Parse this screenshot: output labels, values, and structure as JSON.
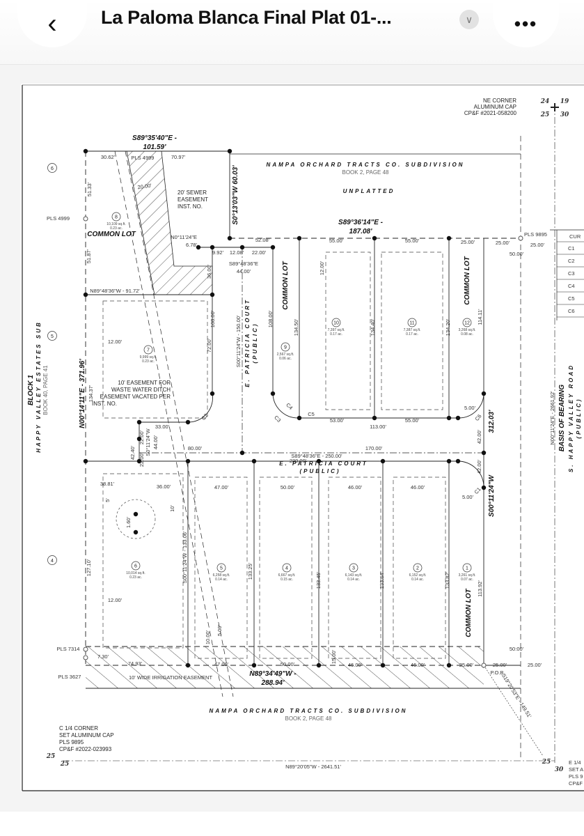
{
  "header": {
    "title": "La Paloma Blanca Final Plat 01-...",
    "back_icon": "chevron-left-icon",
    "dropdown_icon": "chevron-down-icon",
    "more_icon": "ellipsis-icon"
  },
  "plat": {
    "lots": [
      {
        "number": "1",
        "sqft": "3,261 sq.ft.",
        "acres": "0.07 ac."
      },
      {
        "number": "2",
        "sqft": "6,152 sq.ft.",
        "acres": "0.14 ac."
      },
      {
        "number": "3",
        "sqft": "6,143 sq.ft.",
        "acres": "0.14 ac."
      },
      {
        "number": "4",
        "sqft": "6,667 sq.ft.",
        "acres": "0.15 ac."
      },
      {
        "number": "5",
        "sqft": "6,258 sq.ft.",
        "acres": "0.14 ac."
      },
      {
        "number": "6",
        "sqft": "10,014 sq.ft.",
        "acres": "0.23 ac."
      },
      {
        "number": "7",
        "sqft": "9,999 sq.ft.",
        "acres": "0.23 ac."
      },
      {
        "number": "8",
        "sqft": "10,109 sq.ft.",
        "acres": "0.23 ac."
      },
      {
        "number": "9",
        "sqft": "2,567 sq.ft.",
        "acres": "0.06 ac."
      },
      {
        "number": "10",
        "sqft": "7,397 sq.ft.",
        "acres": "0.17 ac."
      },
      {
        "number": "11",
        "sqft": "7,387 sq.ft.",
        "acres": "0.17 ac."
      },
      {
        "number": "12",
        "sqft": "3,268 sq.ft.",
        "acres": "0.08 ac."
      }
    ],
    "adjacent_lots": [
      "6",
      "5",
      "4"
    ],
    "text": {
      "ne1": "NE CORNER",
      "ne2": "ALUMINUM CAP",
      "ne3": "CP&F #2021-058200",
      "sec24": "24",
      "sec19": "19",
      "sec25a": "25",
      "sec30a": "30",
      "nsub": "NAMPA ORCHARD TRACTS CO. SUBDIVISION",
      "nbook": "BOOK 2, PAGE 48",
      "unplatted": "UNPLATTED",
      "brg_n1": "S89°35'40\"E -",
      "brg_n2": "101.59'",
      "d3062": "30.62'",
      "pls4999a": "PLS 4999",
      "d7097": "70.97'",
      "d5133": "51.33'",
      "d2000": "20.00'",
      "sew1": "20' SEWER",
      "sew2": "EASEMENT",
      "sew3": "INST. NO.",
      "brg_v1": "S0°13'03\"W 60.03'",
      "pls4999b": "PLS 4999",
      "common8": "COMMON LOT",
      "n011": "N0°11'24\"E",
      "d678": "6.78'",
      "d5208": "52.08'",
      "d992": "9.92'",
      "d1208": "12.08'",
      "d2200a": "22.00'",
      "s894836a": "S89°48'36\"E",
      "d4400a": "44.00'",
      "d3600a": "36.00'",
      "n894836": "N89°48'36\"W - 91.72'",
      "d5187": "51.87'",
      "common9": "COMMON LOT",
      "d10800a": "108.00'",
      "d13450": "134.50'",
      "brg_n3": "S89°36'14\"E -",
      "brg_n4": "187.08'",
      "d5500a": "55.00'",
      "d5500b": "55.00'",
      "d2500a": "25.00'",
      "d2500b": "25.00'",
      "pls9895": "PLS 9895",
      "d2500c": "25.00'",
      "d5000a": "50.00'",
      "d1200a": "12.00'",
      "d13440": "134.40'",
      "d13420": "134.20'",
      "d11411": "114.11'",
      "common12": "COMMON LOT",
      "d10800b": "108.00'",
      "d7200": "72.00'",
      "road_v1": "S00°11'24\"W - 150.00'",
      "road_v2": "E. PATRICIA COURT",
      "road_v3": "(PUBLIC)",
      "d1200b": "12.00'",
      "ww1": "10' EASEMENT FOR",
      "ww2": "WASTE WATER DITCH",
      "ww3": "EASEMENT VACATED PER",
      "ww4": "INST. NO.",
      "c2": "C2",
      "c3": "C3",
      "c4": "C4",
      "c5": "C5",
      "c6": "C6",
      "c1": "C1",
      "d5300": "53.00'",
      "d5500c": "55.00'",
      "d11300": "113.00'",
      "d500a": "5.00'",
      "d3300": "33.00'",
      "brg_w": "N00°14'11\"E - 371.96'",
      "d13437": "134.37'",
      "blk1": "BLOCK 1",
      "hve": "HAPPY VALLEY ESTATES SUB",
      "hvebook": "BOOK 40, PAGE 41",
      "brg_e1": "312.03'",
      "brg_e2": "S00°11'24\"W",
      "d4200a": "42.00'",
      "d4200b": "42.00'",
      "bob1": "N00°11'24\"E - 2661.92'",
      "bob2": "BASIS OF BEARING",
      "bob3": "S. HAPPY VALLEY ROAD",
      "bob4": "(PUBLIC)",
      "d8000": "80.00'",
      "d17000": "170.00'",
      "road_h1": "S89°48'36\"E - 250.00'",
      "road_h2": "E. PATRICIA COURT",
      "road_h3": "(PUBLIC)",
      "d4240": "42.40'",
      "d2200b": "22.00'",
      "s01124": "S0°11'24\"W",
      "d4400b": "44.00'",
      "d2200c": "22.00'",
      "d23000": "230.00'",
      "d3881": "38.81'",
      "d3600b": "36.00'",
      "d4700a": "47.00'",
      "d5000b": "50.00'",
      "d4600a": "46.00'",
      "d4600b": "46.00'",
      "d500b": "5.00'",
      "d5ft": "5'",
      "d10ft": "10'",
      "d160": "1.60'",
      "d12710": "127.10'",
      "d1200c": "12.00'",
      "d13306": "S00°11'24\"W - 133.06'",
      "d13325": "133.25'",
      "d13345": "133.45'",
      "d13364": "133.64'",
      "d13382": "133.82'",
      "d11392": "113.92'",
      "common1": "COMMON LOT",
      "d1000": "10.00'",
      "d500c": "5.00'",
      "pls7314": "PLS 7314",
      "d730": "7.30'",
      "d7493": "74.93'",
      "d4700b": "47.00'",
      "d5000c": "50.00'",
      "d1500": "15.00'",
      "d4600c": "46.00'",
      "d4600d": "46.00'",
      "d2500d": "25.00'",
      "d2500e": "25.00'",
      "pob": "P.O.B.",
      "d2500f": "25.00'",
      "d5000d": "50:00'",
      "pls3627": "PLS 3627",
      "irr": "10' WIDE IRRIGATION EASEMENT",
      "brg_s1": "N89°34'49\"W -",
      "brg_s2": "288.94'",
      "ssub": "NAMPA ORCHARD TRACTS CO. SUBDIVISION",
      "sbook": "BOOK 2, PAGE 48",
      "s19": "S19°20'53\"E - 149.51'",
      "cq1": "C 1/4 CORNER",
      "cq2": "SET ALUMINUM CAP",
      "cq3": "PLS 9895",
      "cq4": "CP&F #2022-023993",
      "sec25b": "25",
      "sec25c": "25",
      "sec_line": "N89°20'05\"W - 2641.51'",
      "sec25d": "25",
      "sec30b": "30",
      "eq1": "E 1/4",
      "eq2": "SET A",
      "eq3": "PLS 9",
      "eq4": "CP&F"
    },
    "curve_table": {
      "header": "CUR",
      "rows": [
        "C1",
        "C2",
        "C3",
        "C4",
        "C5",
        "C6"
      ]
    }
  }
}
